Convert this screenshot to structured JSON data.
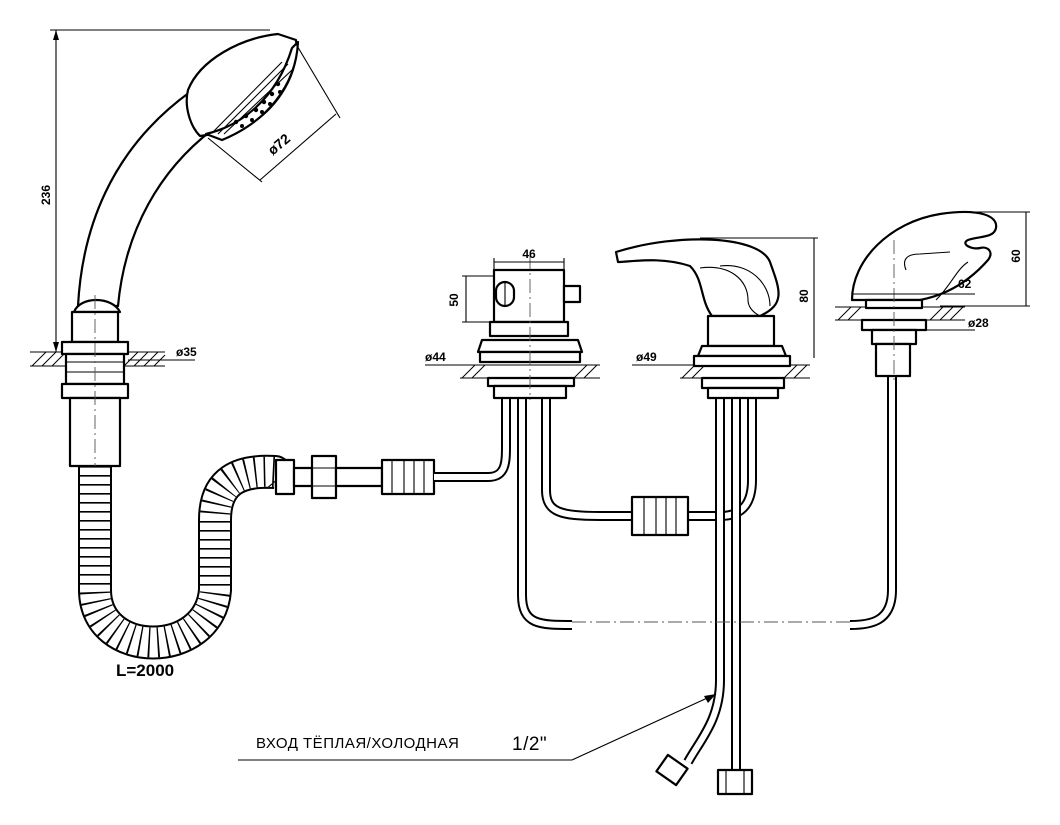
{
  "dimensions": {
    "shower_height": "236",
    "shower_head_diameter": "ø72",
    "shower_holder_diameter": "ø35",
    "diverter_width": "46",
    "diverter_height": "50",
    "diverter_diameter": "ø44",
    "mixer_height": "80",
    "mixer_diameter": "ø49",
    "spout_height": "60",
    "spout_reach": "62",
    "spout_diameter": "ø28"
  },
  "hose_length": "L=2000",
  "inlet_label": "ВХОД ТЁПЛАЯ/ХОЛОДНАЯ",
  "inlet_size": "1/2\""
}
